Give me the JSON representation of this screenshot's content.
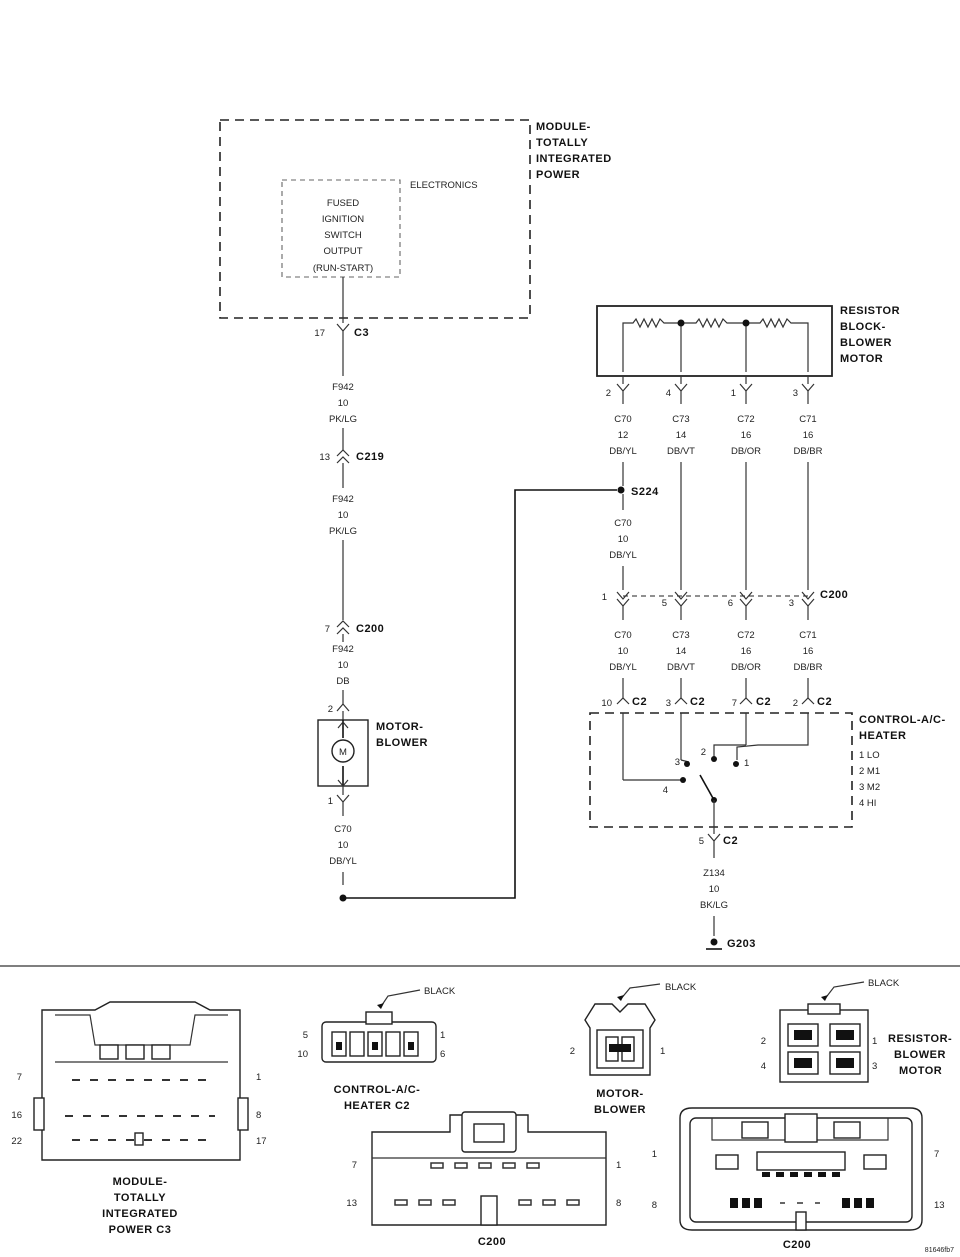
{
  "tpim": {
    "title": [
      "MODULE-",
      "TOTALLY",
      "INTEGRATED",
      "POWER"
    ],
    "inner_label": "ELECTRONICS",
    "inner_text": [
      "FUSED",
      "IGNITION",
      "SWITCH",
      "OUTPUT",
      "(RUN-START)"
    ]
  },
  "c3": {
    "pin": "17",
    "name": "C3"
  },
  "wire_f942_a": [
    "F942",
    "10",
    "PK/LG"
  ],
  "c219": {
    "pin": "13",
    "name": "C219"
  },
  "wire_f942_b": [
    "F942",
    "10",
    "PK/LG"
  ],
  "c200_left": {
    "pin": "7",
    "name": "C200"
  },
  "wire_f942_c": [
    "F942",
    "10",
    "DB"
  ],
  "motor": {
    "top_pin": "2",
    "bottom_pin": "1",
    "symbol": "M",
    "title": [
      "MOTOR-",
      "BLOWER"
    ]
  },
  "wire_c70_bottom": [
    "C70",
    "10",
    "DB/YL"
  ],
  "resistor": {
    "title": [
      "RESISTOR",
      "BLOCK-",
      "BLOWER",
      "MOTOR"
    ],
    "pins": [
      "2",
      "4",
      "1",
      "3"
    ]
  },
  "upper_wires": [
    [
      "C70",
      "12",
      "DB/YL"
    ],
    [
      "C73",
      "14",
      "DB/VT"
    ],
    [
      "C72",
      "16",
      "DB/OR"
    ],
    [
      "C71",
      "16",
      "DB/BR"
    ]
  ],
  "s224": "S224",
  "wire_c70_splice": [
    "C70",
    "10",
    "DB/YL"
  ],
  "c200_right": {
    "name": "C200",
    "pins": [
      "1",
      "5",
      "6",
      "3"
    ]
  },
  "lower_wires": [
    [
      "C70",
      "10",
      "DB/YL"
    ],
    [
      "C73",
      "14",
      "DB/VT"
    ],
    [
      "C72",
      "16",
      "DB/OR"
    ],
    [
      "C71",
      "16",
      "DB/BR"
    ]
  ],
  "c2_top": {
    "name": "C2",
    "pins": [
      "10",
      "3",
      "7",
      "2"
    ]
  },
  "control": {
    "title": [
      "CONTROL-A/C-",
      "HEATER"
    ],
    "legend": [
      "1 LO",
      "2 M1",
      "3 M2",
      "4 HI"
    ],
    "switch_labels": [
      "3",
      "2",
      "1",
      "4"
    ]
  },
  "c2_bottom": {
    "pin": "5",
    "name": "C2"
  },
  "wire_z134": [
    "Z134",
    "10",
    "BK/LG"
  ],
  "ground": "G203",
  "views": {
    "tipm_c3": {
      "title": [
        "MODULE-",
        "TOTALLY",
        "INTEGRATED",
        "POWER C3"
      ],
      "pins": [
        "7",
        "1",
        "16",
        "8",
        "22",
        "17"
      ]
    },
    "control_c2": {
      "color": "BLACK",
      "title": [
        "CONTROL-A/C-",
        "HEATER C2"
      ],
      "pins": [
        "5",
        "1",
        "10",
        "6"
      ]
    },
    "c200_a": {
      "title": "C200",
      "pins": [
        "7",
        "1",
        "13",
        "8"
      ]
    },
    "motor": {
      "color": "BLACK",
      "title": [
        "MOTOR-",
        "BLOWER"
      ],
      "pins": [
        "2",
        "1"
      ]
    },
    "resistor": {
      "color": "BLACK",
      "title": [
        "RESISTOR-",
        "BLOWER",
        "MOTOR"
      ],
      "pins": [
        "2",
        "1",
        "4",
        "3"
      ]
    },
    "c200_b": {
      "title": "C200",
      "pins": [
        "1",
        "7",
        "8",
        "13"
      ]
    }
  },
  "figure_id": "81646fb7"
}
